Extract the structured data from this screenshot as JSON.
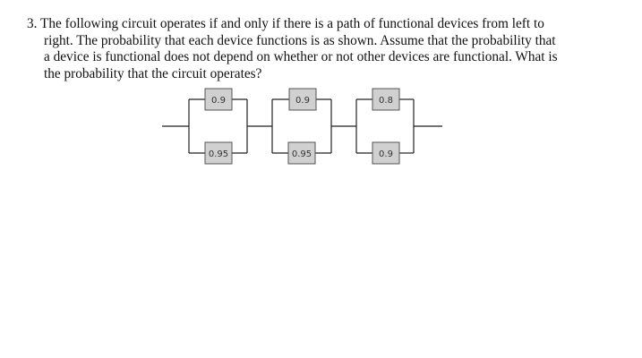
{
  "question": {
    "lines": [
      "3. The following circuit operates if and only if there is a path of functional devices from left to",
      "right. The probability that each device functions is as shown. Assume that the probability that",
      "a device is functional does not depend on whether or not other devices are functional. What is",
      "the probability that the circuit operates?"
    ]
  },
  "circuit": {
    "stages": [
      {
        "top": "0.9",
        "bottom": "0.95"
      },
      {
        "top": "0.9",
        "bottom": "0.95"
      },
      {
        "top": "0.8",
        "bottom": "0.9"
      }
    ]
  }
}
